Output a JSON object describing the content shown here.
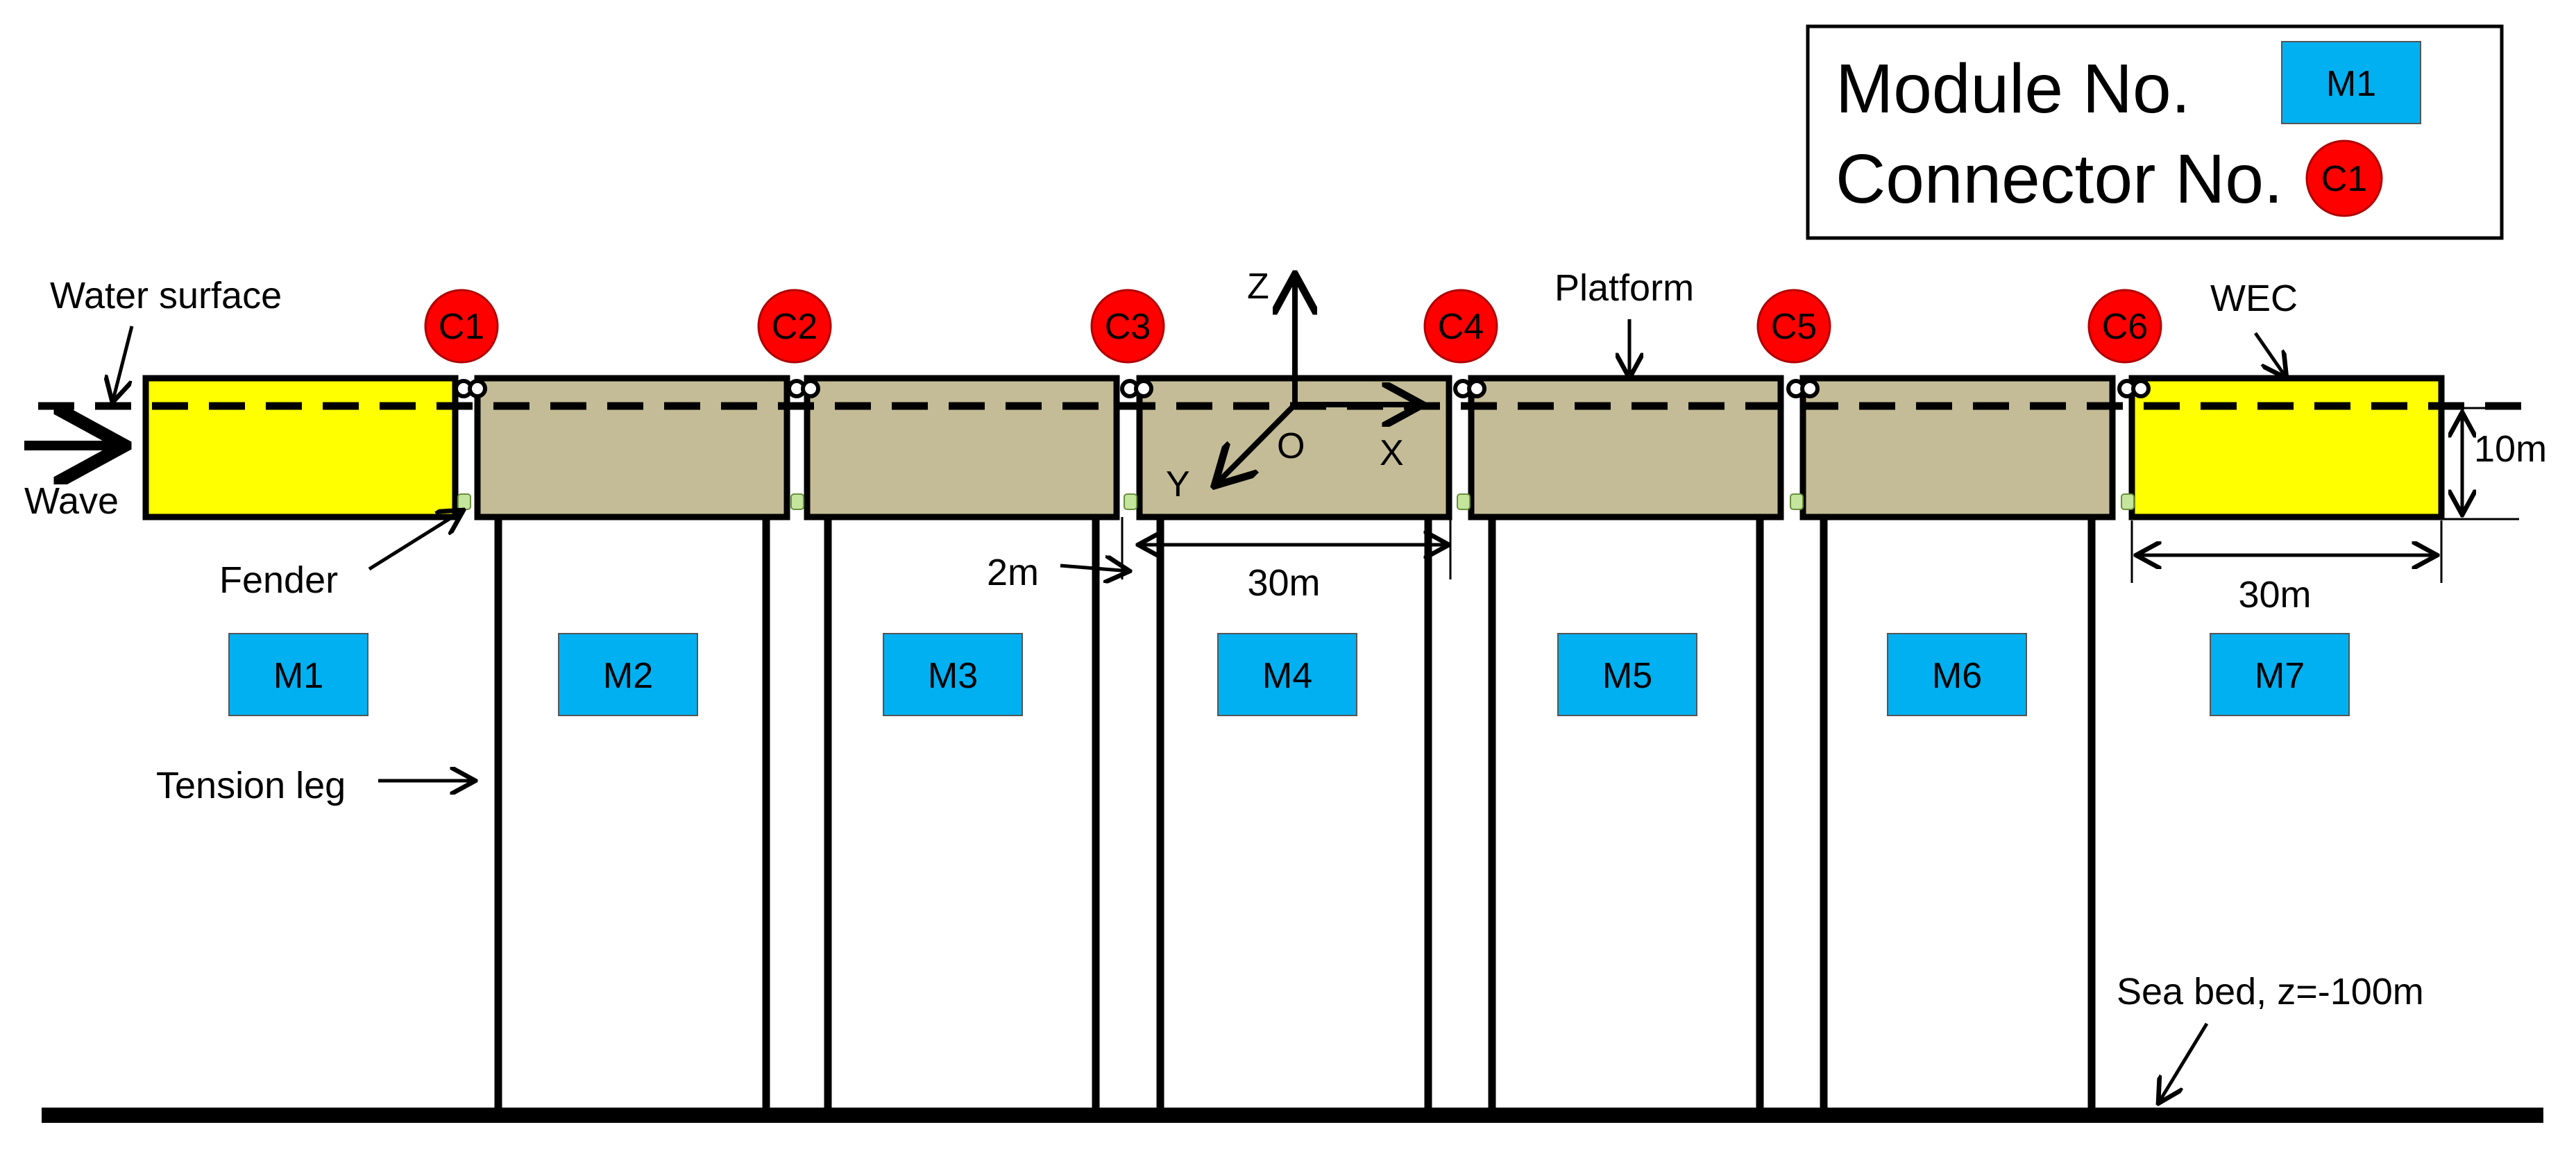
{
  "legend": {
    "module_label": "Module No.",
    "connector_label": "Connector No.",
    "module_sample": "M1",
    "connector_sample": "C1"
  },
  "modules": [
    {
      "label": "M1",
      "kind": "WEC"
    },
    {
      "label": "M2",
      "kind": "Platform"
    },
    {
      "label": "M3",
      "kind": "Platform"
    },
    {
      "label": "M4",
      "kind": "Platform"
    },
    {
      "label": "M5",
      "kind": "Platform"
    },
    {
      "label": "M6",
      "kind": "Platform"
    },
    {
      "label": "M7",
      "kind": "WEC"
    }
  ],
  "connectors": [
    "C1",
    "C2",
    "C3",
    "C4",
    "C5",
    "C6"
  ],
  "labels": {
    "water_surface": "Water surface",
    "wave": "Wave",
    "fender": "Fender",
    "tension_leg": "Tension leg",
    "platform": "Platform",
    "wec": "WEC",
    "sea_bed": "Sea bed, z=-100m",
    "gap": "2m",
    "width_m4": "30m",
    "width_m7": "30m",
    "height": "10m"
  },
  "axes": {
    "z": "Z",
    "x": "X",
    "y": "Y",
    "origin": "O"
  },
  "colors": {
    "wec": "#ffff00",
    "platform": "#c4bc96",
    "module_badge": "#00b0f0",
    "connector": "#ff0000",
    "fender": "#c3e59c"
  }
}
